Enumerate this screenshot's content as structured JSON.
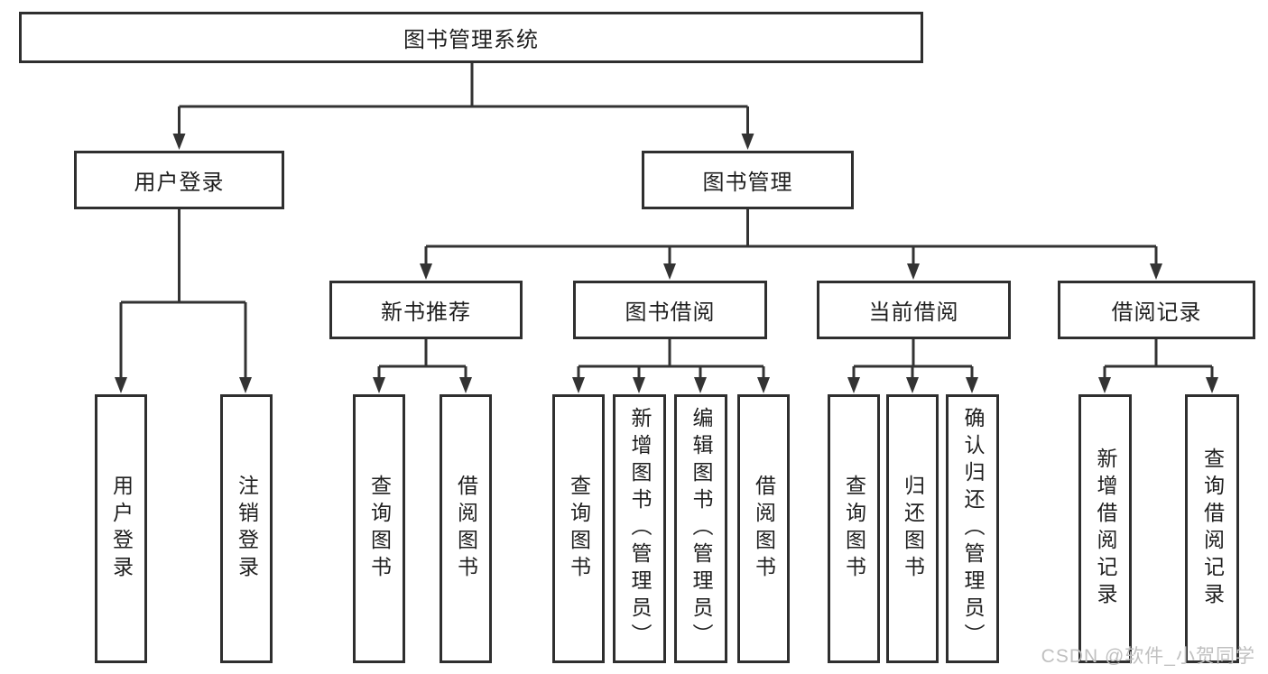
{
  "diagram": {
    "root": {
      "label": "图书管理系统",
      "children": [
        {
          "label": "用户登录",
          "children": [
            {
              "label": "用户登录"
            },
            {
              "label": "注销登录"
            }
          ]
        },
        {
          "label": "图书管理",
          "children": [
            {
              "label": "新书推荐",
              "children": [
                {
                  "label": "查询图书"
                },
                {
                  "label": "借阅图书"
                }
              ]
            },
            {
              "label": "图书借阅",
              "children": [
                {
                  "label": "查询图书"
                },
                {
                  "label": "新增图书（管理员）"
                },
                {
                  "label": "编辑图书（管理员）"
                },
                {
                  "label": "借阅图书"
                }
              ]
            },
            {
              "label": "当前借阅",
              "children": [
                {
                  "label": "查询图书"
                },
                {
                  "label": "归还图书"
                },
                {
                  "label": "确认归还（管理员）"
                }
              ]
            },
            {
              "label": "借阅记录",
              "children": [
                {
                  "label": "新增借阅记录"
                },
                {
                  "label": "查询借阅记录"
                }
              ]
            }
          ]
        }
      ]
    },
    "colors": {
      "line": "#333333",
      "border": "#2f2f2f",
      "text": "#1f1f1f",
      "watermark": "#c0c0c0",
      "background": "#ffffff"
    }
  },
  "watermark": {
    "text": "CSDN @软件_小贺同学"
  }
}
